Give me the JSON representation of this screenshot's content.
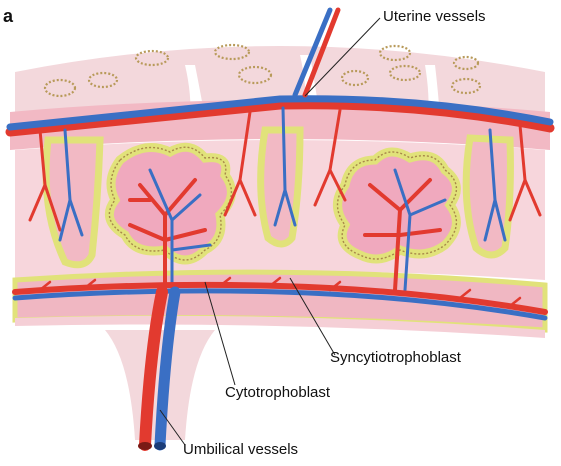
{
  "panel_letter": "a",
  "labels": {
    "uterine_vessels": "Uterine vessels",
    "syncytiotrophoblast": "Syncytiotrophoblast",
    "cytotrophoblast": "Cytotrophoblast",
    "umbilical_vessels": "Umbilical vessels"
  },
  "colors": {
    "artery_red": "#e23a2f",
    "vein_blue": "#3a6fc4",
    "tissue_pink": "#f6c9d1",
    "decidua_pink": "#f3dbe0",
    "trophoblast_yellow": "#e5e680",
    "villus_pink": "#f0a9be"
  }
}
